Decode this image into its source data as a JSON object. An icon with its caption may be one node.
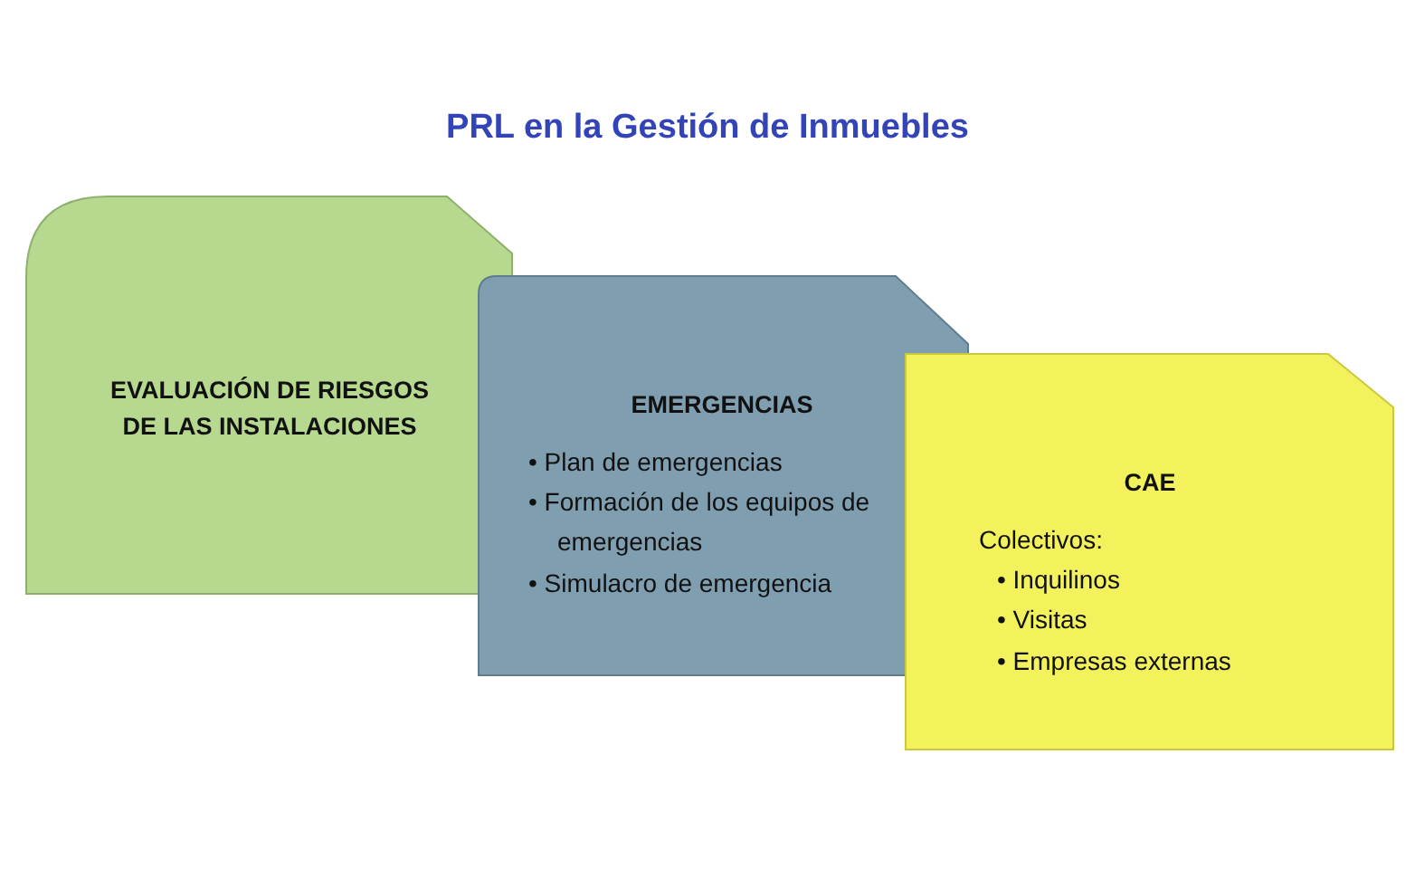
{
  "diagram": {
    "title": "PRL en la Gestión de Inmuebles",
    "nodes": [
      {
        "text": [
          "EVALUACIÓN DE RIESGOS DE LAS INSTALACIONES"
        ]
      },
      {
        "text": [
          "EMERGENCIAS",
          "• Plan de emergencias",
          "• Formación de los equipos de emergencias",
          "• Simulacro de emergencia"
        ]
      },
      {
        "text": [
          "CAE",
          "Colectivos:",
          "• Inquilinos",
          "• Visitas",
          "• Empresas externas"
        ]
      }
    ]
  }
}
